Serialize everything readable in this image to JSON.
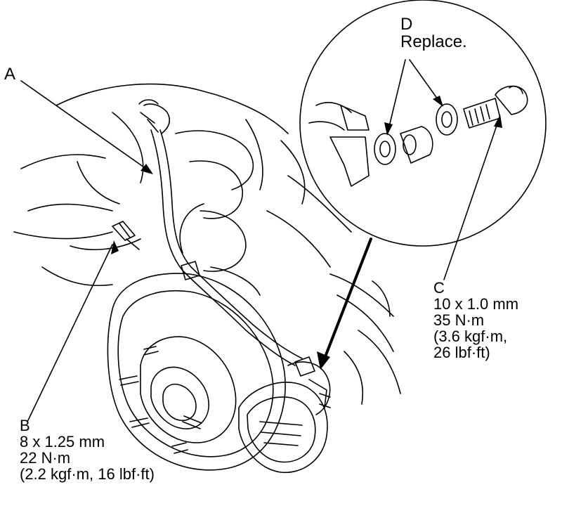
{
  "callouts": {
    "a": {
      "letter": "A"
    },
    "b": {
      "letter": "B",
      "size": "8 x 1.25 mm",
      "torque": "22 N·m",
      "alt": "(2.2 kgf·m, 16 lbf·ft)"
    },
    "c": {
      "letter": "C",
      "size": "10 x 1.0 mm",
      "torque": "35 N·m",
      "alt1": "(3.6 kgf·m,",
      "alt2": "26 lbf·ft)"
    },
    "d": {
      "letter": "D",
      "note": "Replace."
    }
  }
}
